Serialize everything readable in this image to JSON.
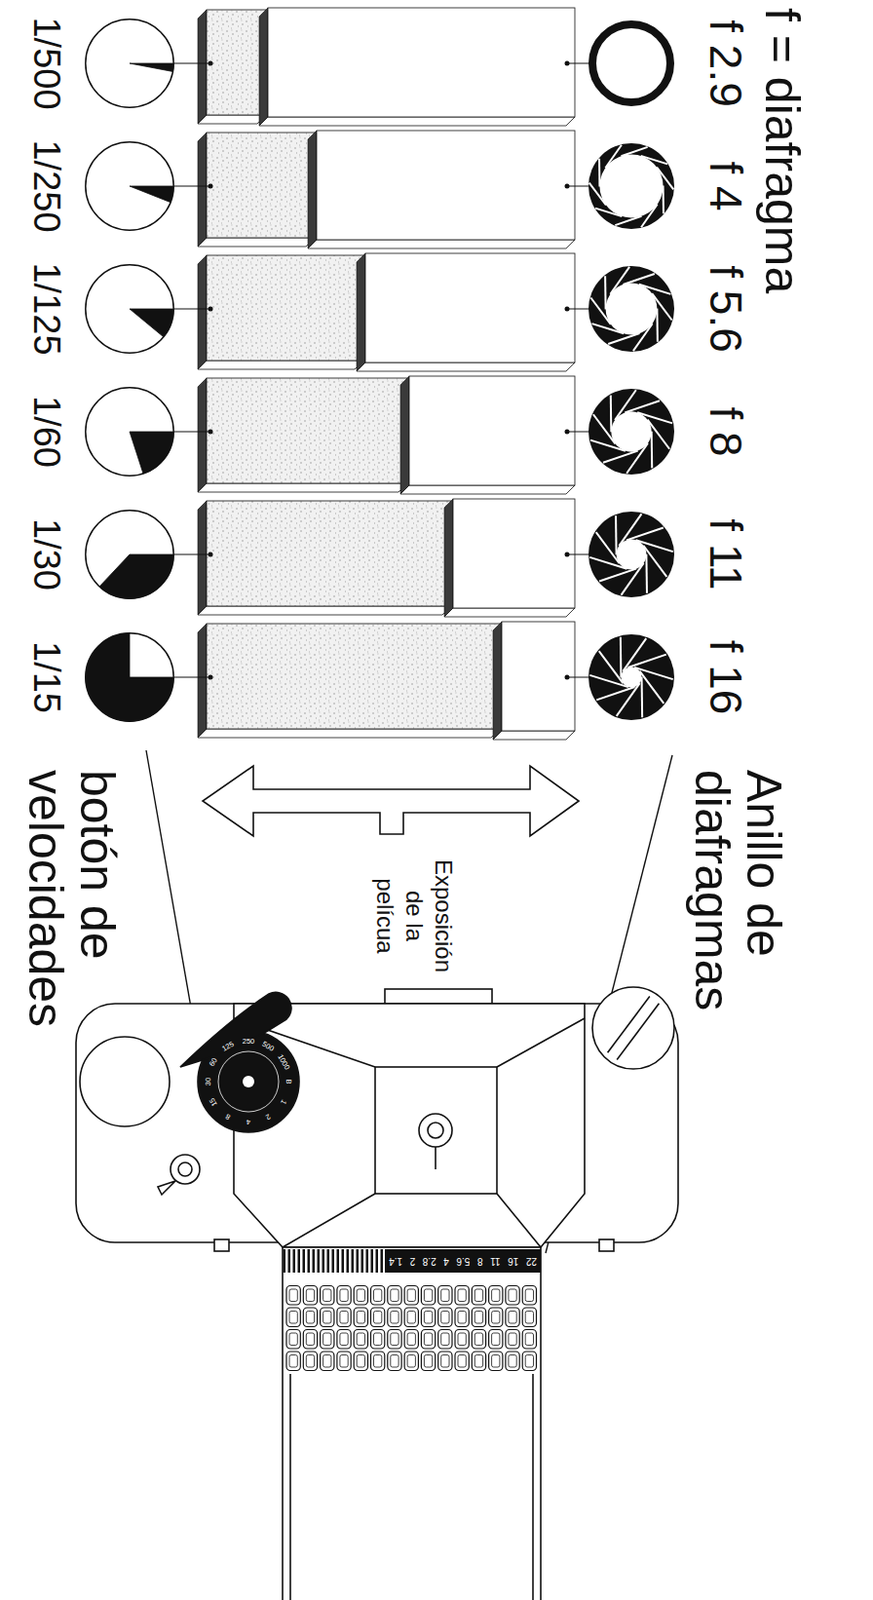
{
  "diagram": {
    "nodes": [
      {
        "text": [
          "f 2.9"
        ]
      },
      {
        "text": [
          "f 4"
        ]
      },
      {
        "text": [
          "f 5.6"
        ]
      },
      {
        "text": [
          "f 8"
        ]
      },
      {
        "text": [
          "f 11"
        ]
      },
      {
        "text": [
          "f 16"
        ]
      },
      {
        "text": [
          "1/500"
        ]
      },
      {
        "text": [
          "1/250"
        ]
      },
      {
        "text": [
          "1/125"
        ]
      },
      {
        "text": [
          "1/60"
        ]
      },
      {
        "text": [
          "1/30"
        ]
      },
      {
        "text": [
          "1/15"
        ]
      }
    ],
    "labels": [
      "f = diafragma",
      "Anillo de diafragmas",
      "Exposición de la pelícua",
      "botón de velocidades",
      "22",
      "16",
      "11",
      "8",
      "5.6",
      "4",
      "2.8",
      "2",
      "1.4",
      "B",
      "1",
      "2",
      "4",
      "8",
      "15",
      "30",
      "60",
      "125",
      "250",
      "500",
      "1000"
    ]
  }
}
